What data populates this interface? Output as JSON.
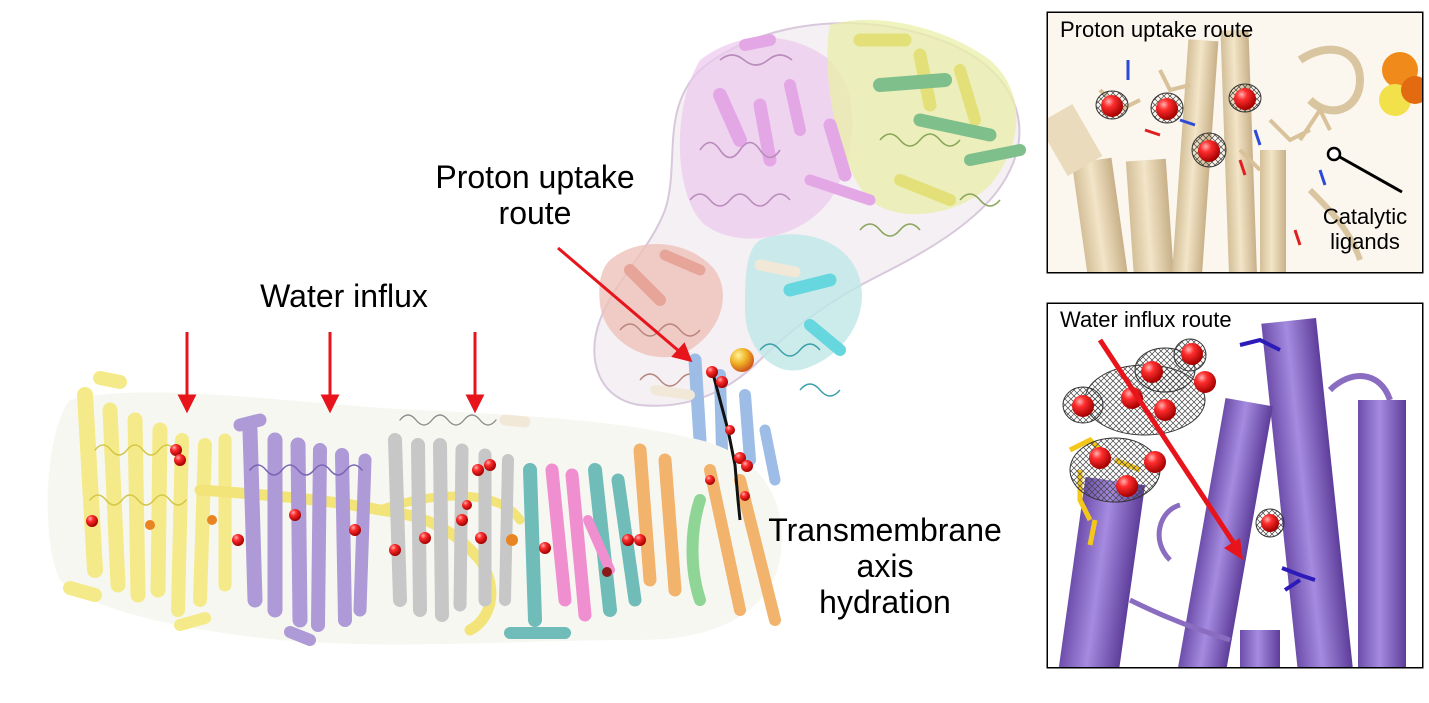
{
  "labels": {
    "proton_uptake": [
      "Proton uptake",
      "route"
    ],
    "water_influx": "Water influx",
    "transmembrane": [
      "Transmembrane",
      "axis",
      "hydration"
    ]
  },
  "insets": {
    "top": {
      "title": "Proton uptake route",
      "catalytic": [
        "Catalytic",
        "ligands"
      ]
    },
    "bottom": {
      "title": "Water influx route"
    }
  },
  "colors": {
    "arrow": "#e8141b",
    "water": "#ee1c25",
    "yellow_subunit": "#f5ea8a",
    "purple_subunit": "#ae9ad6",
    "grey_subunit": "#c7c7c7",
    "teal_subunit": "#6fbcb8",
    "pink_subunit": "#ef8fcf",
    "orange_subunit": "#f2b36c",
    "green_subunit": "#8fd696",
    "peripheral_pink": "#e4a7e6",
    "peripheral_green": "#7fbf8c",
    "peripheral_salmon": "#e7a59a",
    "peripheral_cyan": "#66d6df",
    "peripheral_blue": "#9ebde6",
    "inset_tan": "#e7d6b4",
    "inset_purple": "#8a6cc1",
    "border": "#000000"
  }
}
